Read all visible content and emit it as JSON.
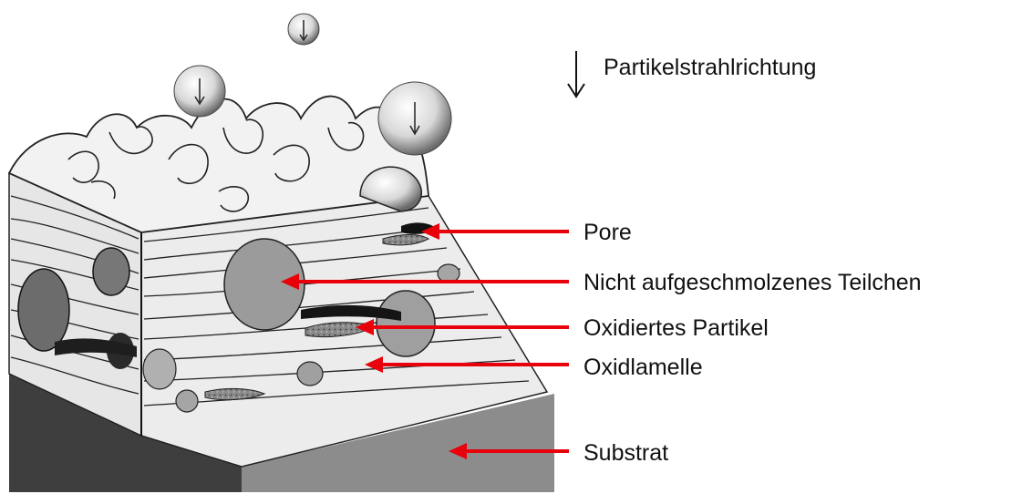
{
  "legend": {
    "direction_label": "Partikelstrahlrichtung",
    "arrow_icon": "down-arrow-icon"
  },
  "labels": {
    "pore": "Pore",
    "unmelted_particle": "Nicht aufgeschmolzenes Teilchen",
    "oxidized_particle": "Oxidiertes Partikel",
    "oxide_lamella": "Oxidlamelle",
    "substrate": "Substrat"
  },
  "colors": {
    "pointer_arrow": "#e8000b",
    "text": "#111111"
  }
}
